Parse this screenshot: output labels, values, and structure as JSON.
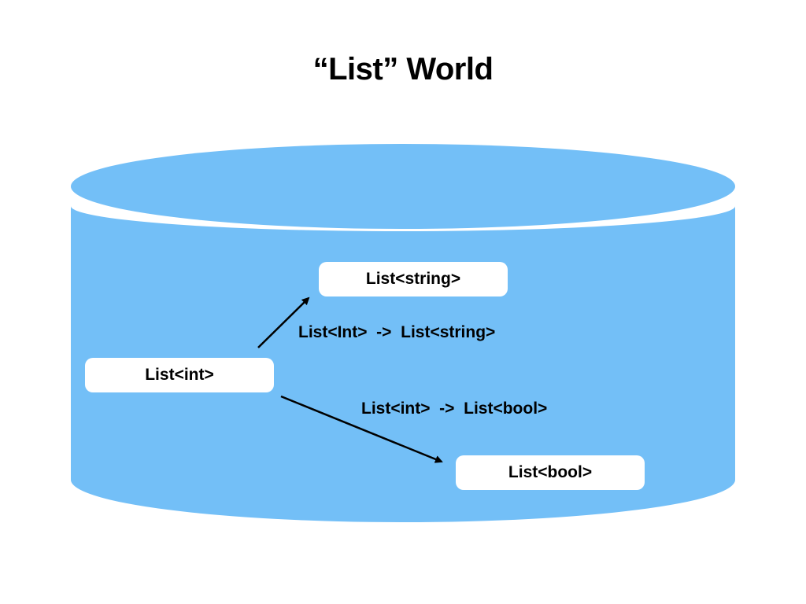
{
  "title": "“List” World",
  "colors": {
    "cylinder_fill": "#73bff7",
    "node_fill": "#ffffff",
    "arrow": "#000000",
    "text": "#000000"
  },
  "nodes": {
    "list_int": "List<int>",
    "list_string": "List<string>",
    "list_bool": "List<bool>"
  },
  "edges": {
    "int_to_string": "List<Int>  ->  List<string>",
    "int_to_bool": "List<int>  ->  List<bool>"
  }
}
